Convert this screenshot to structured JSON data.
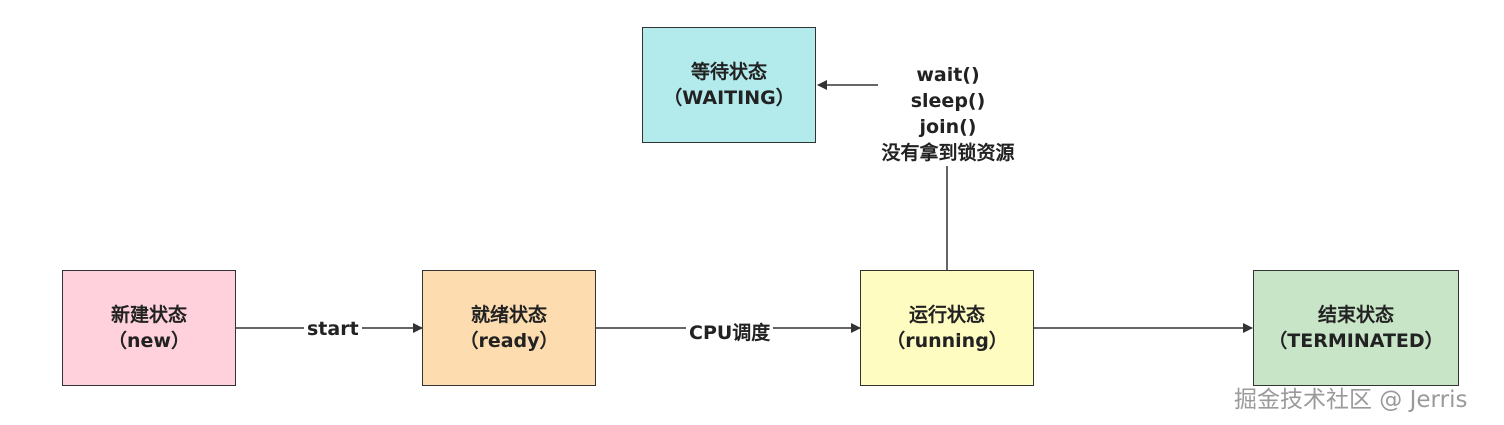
{
  "colors": {
    "new": "#ffd1dc",
    "ready": "#fdddb0",
    "waiting": "#b3ebed",
    "running": "#fffcc2",
    "terminated": "#c9e5c8",
    "line": "#333333"
  },
  "states": {
    "new": {
      "title": "新建状态",
      "sub": "（new）"
    },
    "ready": {
      "title": "就绪状态",
      "sub": "（ready）"
    },
    "waiting": {
      "title": "等待状态",
      "sub": "（WAITING）"
    },
    "running": {
      "title": "运行状态",
      "sub": "（running）"
    },
    "terminated": {
      "title": "结束状态",
      "sub": "（TERMINATED）"
    }
  },
  "transitions": {
    "start": "start",
    "schedule": "CPU调度",
    "wait_reasons": [
      "wait()",
      "sleep()",
      "join()",
      "没有拿到锁资源"
    ]
  },
  "watermark": "掘金技术社区 @ Jerris"
}
